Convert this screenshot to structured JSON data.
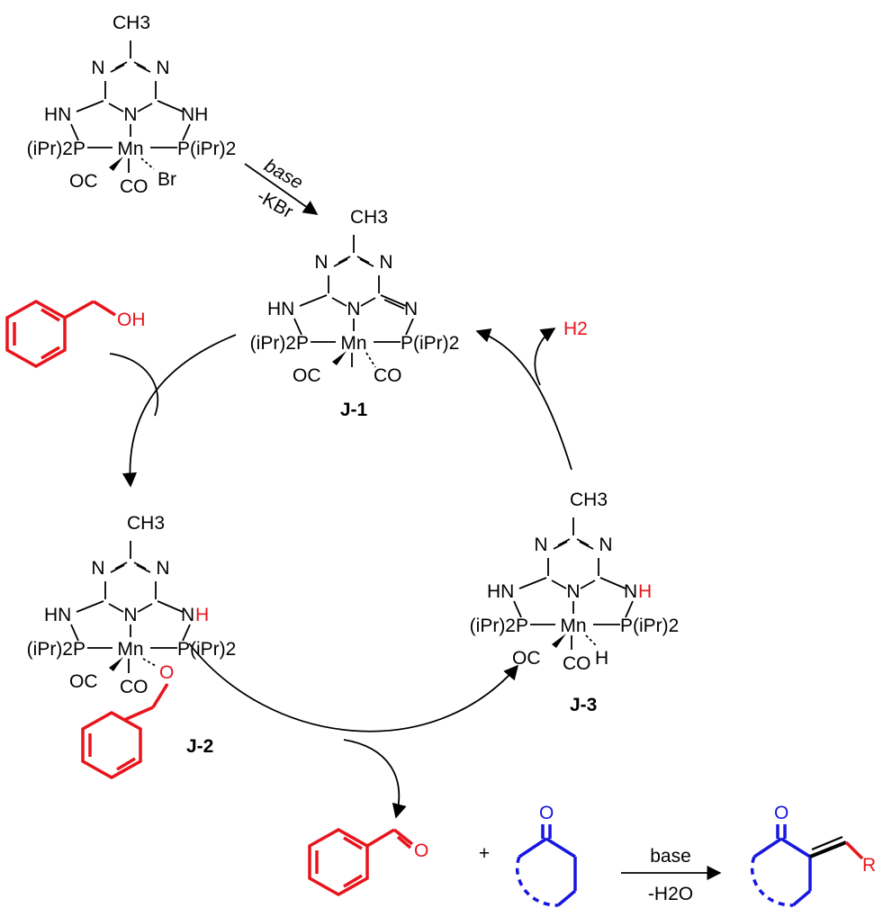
{
  "complex_labels": {
    "methyl": "CH3",
    "ring_n": "N",
    "amine_nh": "HN",
    "amine_nh_right": "NH",
    "imine_n": "N",
    "metal": "Mn",
    "p_left": "(iPr)2P",
    "p_right": "P(iPr)2",
    "carbonyl_left": "OC",
    "carbonyl_bottom": "CO",
    "bromide": "Br",
    "hydride": "H",
    "transferred_h": "H"
  },
  "reagents": {
    "step1_above": "base",
    "step1_below": "-KBr",
    "alcohol_group": "OH",
    "alkoxide_o": "O",
    "aldehyde_o": "O",
    "ketone_o": "O",
    "plus": "+",
    "step_final_above": "base",
    "step_final_below": "-H2O",
    "h2_product": "H2",
    "r_group": "R"
  },
  "intermediates": {
    "j1": "J-1",
    "j2": "J-2",
    "j3": "J-3"
  },
  "colors": {
    "substrate": "#e8141c",
    "ketone": "#1616e0",
    "scaffold": "#000000"
  }
}
